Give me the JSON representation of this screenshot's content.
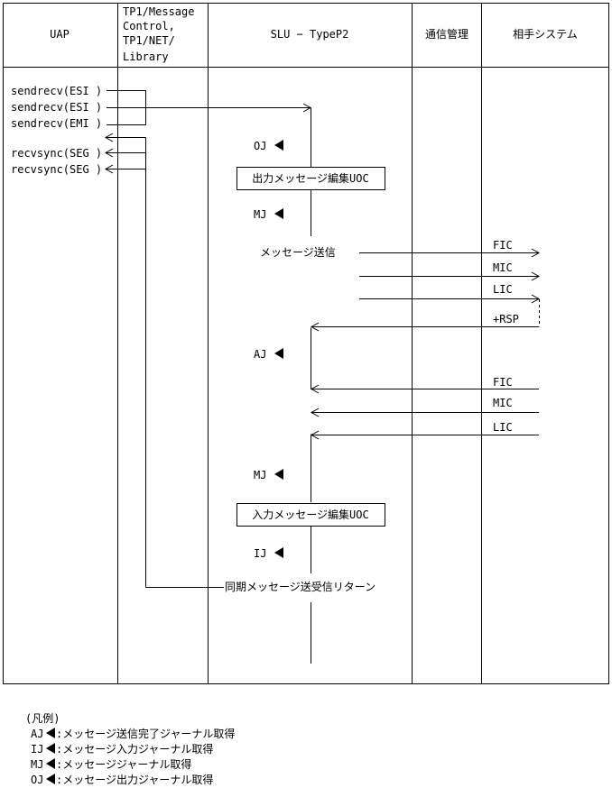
{
  "columns": {
    "uap": "UAP",
    "tp1_lines": [
      "TP1/Message",
      "Control,",
      "TP1/NET/",
      "Library"
    ],
    "slu": "SLU − TypeP2",
    "comm": "通信管理",
    "partner": "相手システム"
  },
  "uap_calls": {
    "call1": "sendrecv(ESI )",
    "call2": "sendrecv(ESI )",
    "call3": "sendrecv(EMI )",
    "call4": "recvsync(SEG )",
    "call5": "recvsync(SEG )"
  },
  "markers": {
    "oj": "OJ",
    "mj1": "MJ",
    "aj": "AJ",
    "mj2": "MJ",
    "ij": "IJ"
  },
  "boxes": {
    "output_uoc": "出力メッセージ編集UOC",
    "input_uoc": "入力メッセージ編集UOC"
  },
  "labels": {
    "send_message": "メッセージ送信",
    "sync_return": "同期メッセージ送受信リターン"
  },
  "messages": {
    "out_fic": "FIC",
    "out_mic": "MIC",
    "out_lic": "LIC",
    "rsp": "+RSP",
    "in_fic": "FIC",
    "in_mic": "MIC",
    "in_lic": "LIC"
  },
  "legend": {
    "title": "(凡例)",
    "items": [
      {
        "code": "AJ",
        "text": ":メッセージ送信完了ジャーナル取得"
      },
      {
        "code": "IJ",
        "text": ":メッセージ入力ジャーナル取得"
      },
      {
        "code": "MJ",
        "text": ":メッセージジャーナル取得"
      },
      {
        "code": "OJ",
        "text": ":メッセージ出力ジャーナル取得"
      }
    ]
  }
}
